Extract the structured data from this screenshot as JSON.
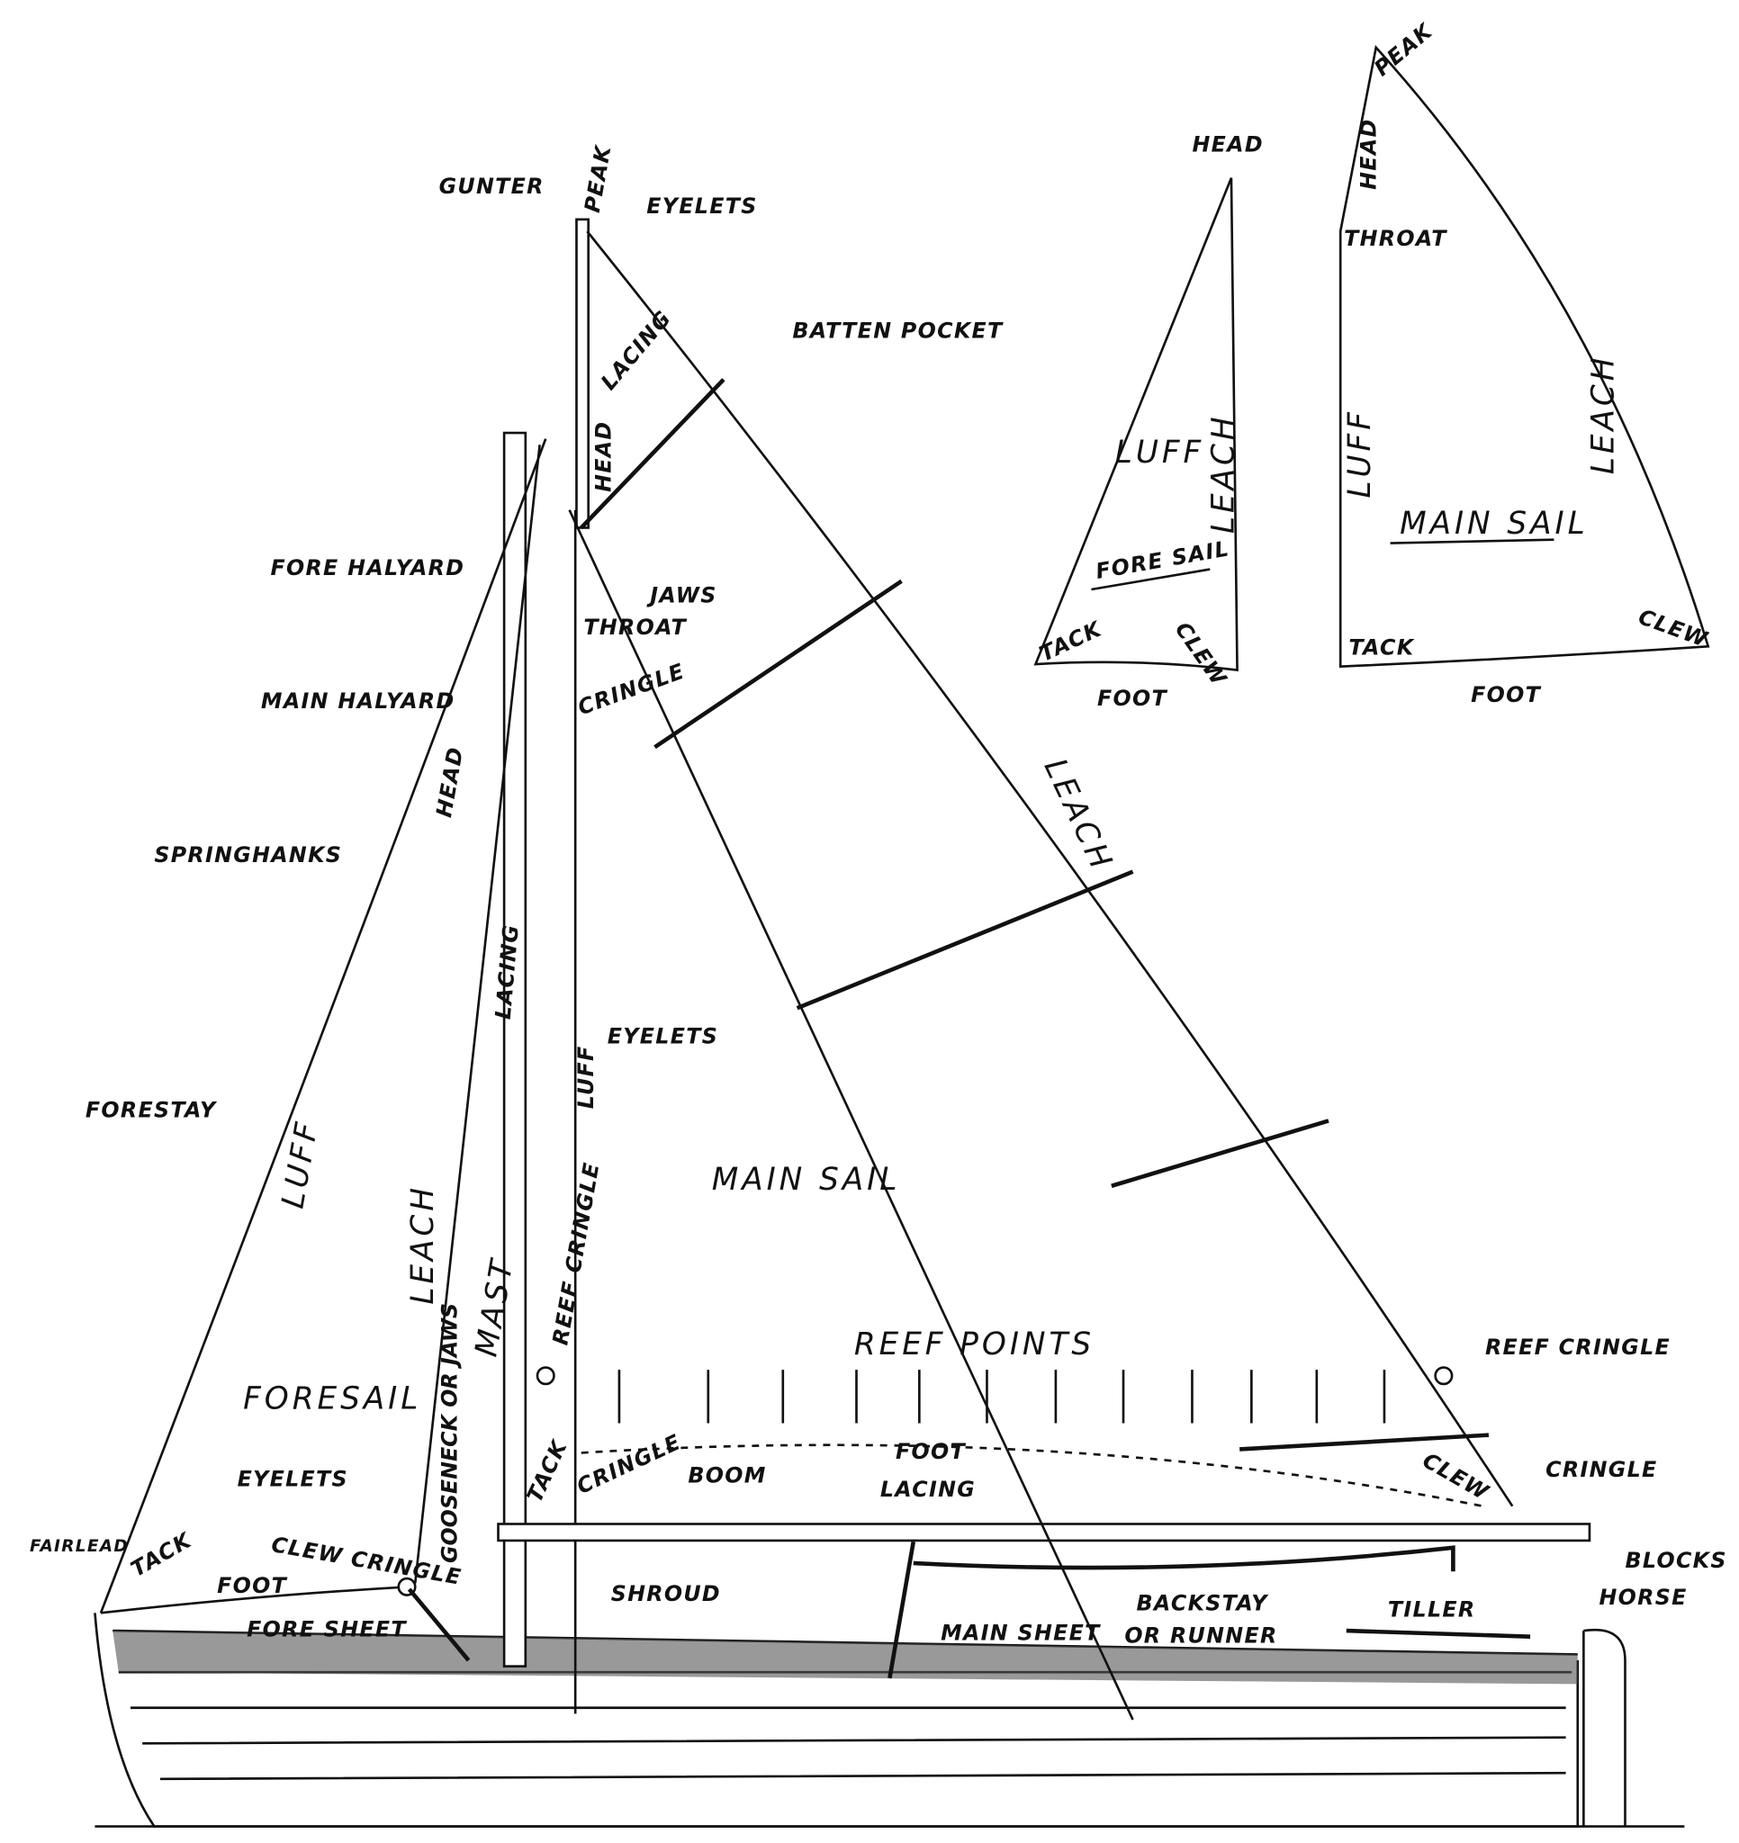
{
  "main_diagram": {
    "gunter": "GUNTER",
    "peak": "PEAK",
    "eyelets_top": "EYELETS",
    "batten_pocket": "BATTEN POCKET",
    "lacing_top": "LACING",
    "head_main": "HEAD",
    "fore_halyard": "FORE HALYARD",
    "jaws": "JAWS",
    "throat": "THROAT",
    "cringle_throat": "CRINGLE",
    "main_halyard": "MAIN HALYARD",
    "springhanks": "SPRINGHANKS",
    "head_fore": "HEAD",
    "leach_main": "LEACH",
    "lacing_mast": "LACING",
    "eyelets_mid": "EYELETS",
    "luff_main": "LUFF",
    "forestay": "FORESTAY",
    "luff_fore": "LUFF",
    "mainsail": "MAIN SAIL",
    "leach_fore": "LEACH",
    "reef_cringle_mast": "REEF CRINGLE",
    "mast": "MAST",
    "reef_points": "REEF POINTS",
    "reef_cringle": "REEF CRINGLE",
    "foresail": "FORESAIL",
    "foot_main": "FOOT",
    "eyelets_low": "EYELETS",
    "gooseneck": "GOOSENECK OR JAWS",
    "tack_main": "TACK",
    "cringle_tack": "CRINGLE",
    "boom": "BOOM",
    "lacing_boom": "LACING",
    "clew_main": "CLEW",
    "cringle_clew": "CRINGLE",
    "blocks": "BLOCKS",
    "fairlead": "FAIRLEAD",
    "tack_fore": "TACK",
    "foot_fore": "FOOT",
    "clew_cringle": "CLEW CRINGLE",
    "shroud": "SHROUD",
    "fore_sheet": "FORE SHEET",
    "main_sheet": "MAIN SHEET",
    "backstay": "BACKSTAY",
    "or_runner": "OR RUNNER",
    "tiller": "TILLER",
    "horse": "HORSE"
  },
  "foresail_diagram": {
    "head": "HEAD",
    "luff": "LUFF",
    "leach": "LEACH",
    "title": "FORE SAIL",
    "tack": "TACK",
    "clew": "CLEW",
    "foot": "FOOT"
  },
  "mainsail_diagram": {
    "peak": "PEAK",
    "head": "HEAD",
    "throat": "THROAT",
    "luff": "LUFF",
    "leach": "LEACH",
    "title": "MAIN SAIL",
    "tack": "TACK",
    "clew": "CLEW",
    "foot": "FOOT"
  }
}
